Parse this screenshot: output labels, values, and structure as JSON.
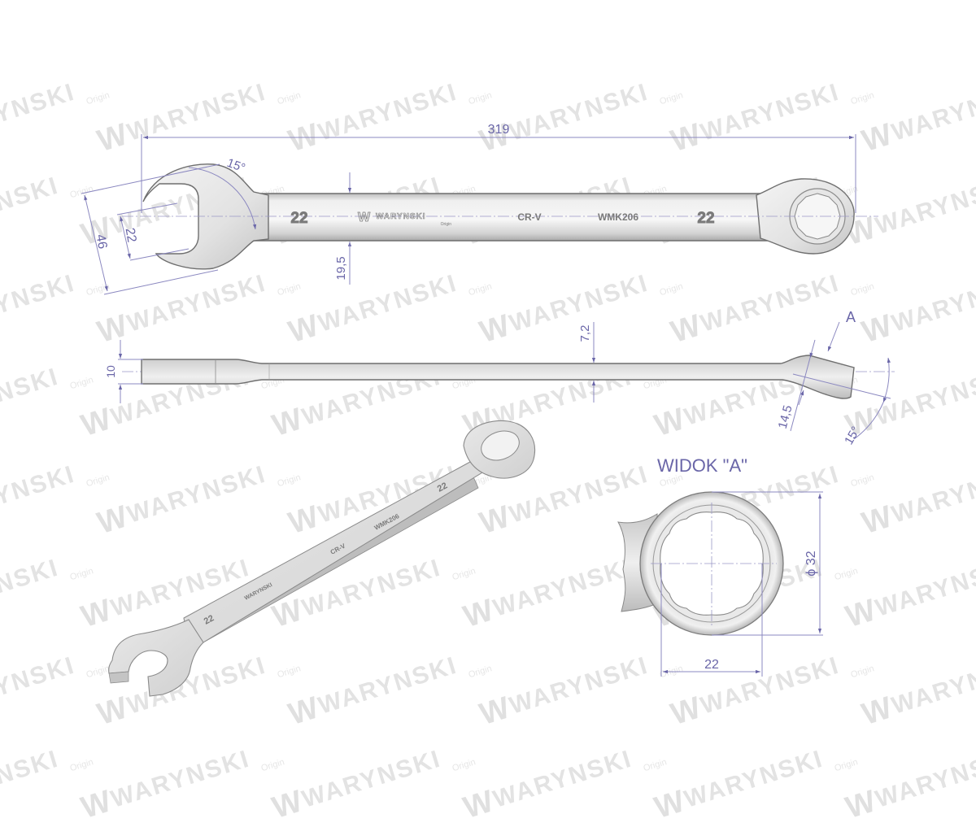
{
  "watermark": {
    "brand": "WARYNSKI",
    "sub": "Origin",
    "logo": "W"
  },
  "top_view": {
    "overall_length": "319",
    "open_end_angle": "15°",
    "open_end_jaw_size": "22",
    "open_end_head_width": "46",
    "shank_width": "19,5",
    "marking_size_left": "22",
    "marking_brand": "WARYNSKI",
    "marking_brand_sub": "Origin",
    "marking_material": "CR-V",
    "marking_model": "WMK206",
    "marking_size_right": "22"
  },
  "side_view": {
    "open_end_thickness": "10",
    "shank_thickness": "7,2",
    "ring_thickness": "14,5",
    "ring_offset_angle": "15°",
    "view_marker": "A"
  },
  "iso_view": {
    "marking_size_left": "22",
    "marking_brand": "WARYNSKI",
    "marking_material": "CR-V",
    "marking_model": "WMK206",
    "marking_size_right": "22"
  },
  "detail_view": {
    "title": "WIDOK \"A\"",
    "ring_outer_diameter": "ϕ 32",
    "socket_size": "22"
  },
  "colors": {
    "dimension": "#6a66a8",
    "dimension_line": "#8b88c0",
    "metal_light": "#f2f2f2",
    "metal_mid": "#d6d6d6",
    "metal_dark": "#a8a8a8",
    "outline": "#6f6f6f",
    "watermark": "#e2e2e2"
  }
}
